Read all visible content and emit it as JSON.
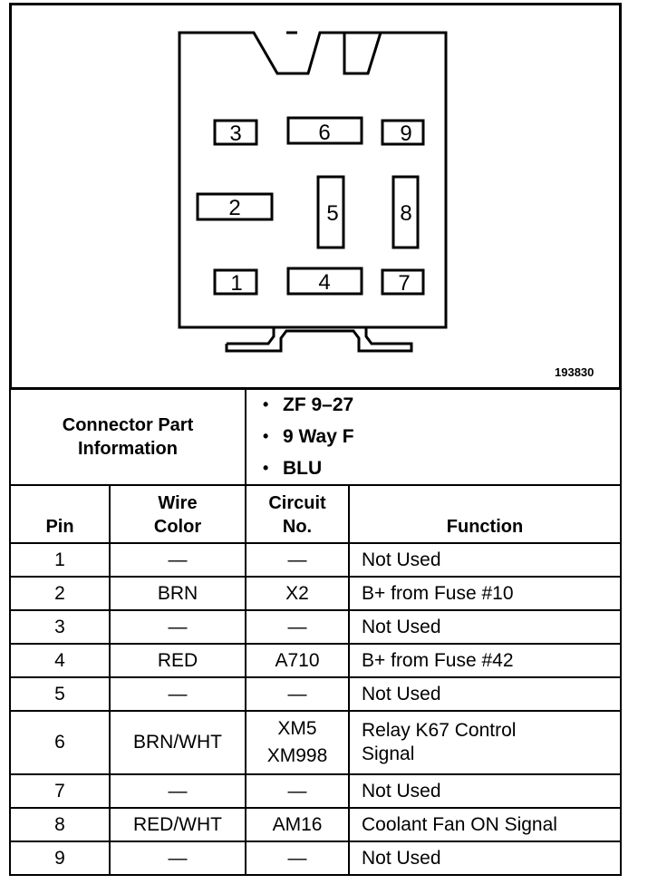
{
  "diagram": {
    "reference_number": "193830",
    "cavity_labels": {
      "c1": "1",
      "c2": "2",
      "c3": "3",
      "c4": "4",
      "c5": "5",
      "c6": "6",
      "c7": "7",
      "c8": "8",
      "c9": "9"
    }
  },
  "connector_info": {
    "label": "Connector Part Information",
    "items": [
      "ZF 9–27",
      "9 Way F",
      "BLU"
    ]
  },
  "table": {
    "headers": {
      "pin": "Pin",
      "wire_color": "Wire Color",
      "circuit_no": "Circuit No.",
      "function": "Function"
    },
    "rows": [
      {
        "pin": "1",
        "wire": "—",
        "circuit": "—",
        "function": "Not Used"
      },
      {
        "pin": "2",
        "wire": "BRN",
        "circuit": "X2",
        "function": "B+ from Fuse #10"
      },
      {
        "pin": "3",
        "wire": "—",
        "circuit": "—",
        "function": "Not Used"
      },
      {
        "pin": "4",
        "wire": "RED",
        "circuit": "A710",
        "function": "B+ from Fuse #42"
      },
      {
        "pin": "5",
        "wire": "—",
        "circuit": "—",
        "function": "Not Used"
      },
      {
        "pin": "6",
        "wire": "BRN/WHT",
        "circuit": "XM5",
        "circuit2": "XM998",
        "function": "Relay K67 Control",
        "function2": "Signal"
      },
      {
        "pin": "7",
        "wire": "—",
        "circuit": "—",
        "function": "Not Used"
      },
      {
        "pin": "8",
        "wire": "RED/WHT",
        "circuit": "AM16",
        "function": "Coolant Fan ON Signal"
      },
      {
        "pin": "9",
        "wire": "—",
        "circuit": "—",
        "function": "Not Used"
      }
    ]
  }
}
